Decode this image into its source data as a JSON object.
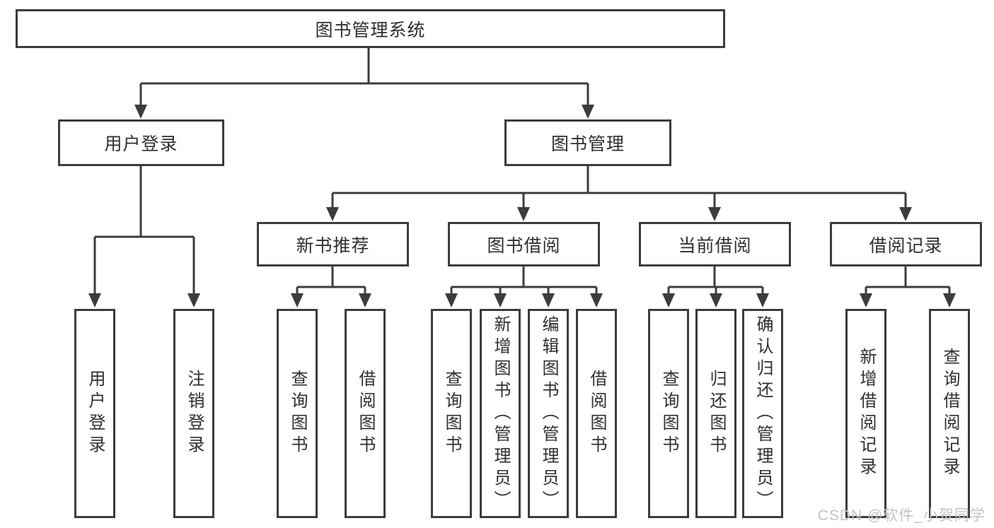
{
  "diagram": {
    "title": "图书管理系统",
    "type": "hierarchy-tree"
  },
  "colors": {
    "line": "#3C3C3C",
    "text": "#2F2F2F",
    "background": "#FFFFFF",
    "watermark_color": "#C3C3C3"
  },
  "nodes": {
    "root": {
      "label": "图书管理系统"
    },
    "user_login": {
      "label": "用户登录"
    },
    "book_mgmt": {
      "label": "图书管理"
    },
    "new_book_rec": {
      "label": "新书推荐"
    },
    "book_borrow": {
      "label": "图书借阅"
    },
    "current_borrow": {
      "label": "当前借阅"
    },
    "borrow_records": {
      "label": "借阅记录"
    },
    "leaf_user_login": {
      "label": "用户登录"
    },
    "leaf_logout": {
      "label": "注销登录"
    },
    "leaf_nbr_query": {
      "label": "查询图书"
    },
    "leaf_nbr_borrow": {
      "label": "借阅图书"
    },
    "leaf_bb_query": {
      "label": "查询图书"
    },
    "leaf_bb_add": {
      "label": "新增图书（管理员）"
    },
    "leaf_bb_edit": {
      "label": "编辑图书（管理员）"
    },
    "leaf_bb_borrow": {
      "label": "借阅图书"
    },
    "leaf_cb_query": {
      "label": "查询图书"
    },
    "leaf_cb_return": {
      "label": "归还图书"
    },
    "leaf_cb_confirm": {
      "label": "确认归还（管理员）"
    },
    "leaf_br_add": {
      "label": "新增借阅记录"
    },
    "leaf_br_query": {
      "label": "查询借阅记录"
    }
  },
  "edges": [
    {
      "from": "root",
      "to": "user_login"
    },
    {
      "from": "root",
      "to": "book_mgmt"
    },
    {
      "from": "user_login",
      "to": "leaf_user_login"
    },
    {
      "from": "user_login",
      "to": "leaf_logout"
    },
    {
      "from": "book_mgmt",
      "to": "new_book_rec"
    },
    {
      "from": "book_mgmt",
      "to": "book_borrow"
    },
    {
      "from": "book_mgmt",
      "to": "current_borrow"
    },
    {
      "from": "book_mgmt",
      "to": "borrow_records"
    },
    {
      "from": "new_book_rec",
      "to": "leaf_nbr_query"
    },
    {
      "from": "new_book_rec",
      "to": "leaf_nbr_borrow"
    },
    {
      "from": "book_borrow",
      "to": "leaf_bb_query"
    },
    {
      "from": "book_borrow",
      "to": "leaf_bb_add"
    },
    {
      "from": "book_borrow",
      "to": "leaf_bb_edit"
    },
    {
      "from": "book_borrow",
      "to": "leaf_bb_borrow"
    },
    {
      "from": "current_borrow",
      "to": "leaf_cb_query"
    },
    {
      "from": "current_borrow",
      "to": "leaf_cb_return"
    },
    {
      "from": "current_borrow",
      "to": "leaf_cb_confirm"
    },
    {
      "from": "borrow_records",
      "to": "leaf_br_add"
    },
    {
      "from": "borrow_records",
      "to": "leaf_br_query"
    }
  ],
  "watermark": "CSDN @软件_小贺同学"
}
